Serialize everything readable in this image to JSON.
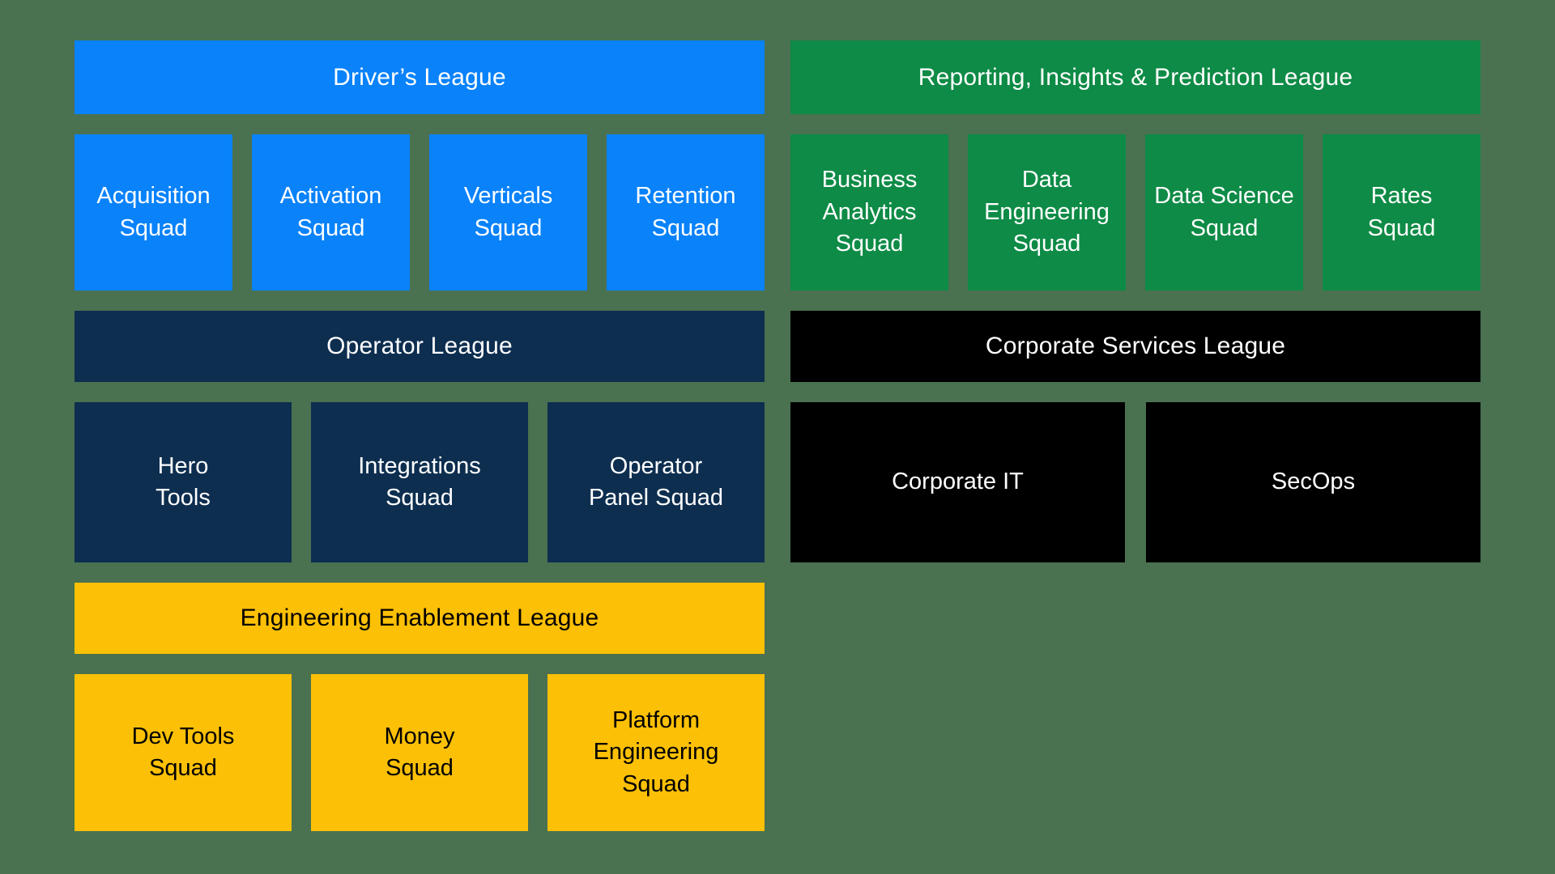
{
  "page": {
    "background_color": "#4a7150"
  },
  "leagues": [
    {
      "name": "Driver’s League",
      "color": "#0982fa",
      "text_color": "#ffffff",
      "squads": [
        "Acquisition\nSquad",
        "Activation\nSquad",
        "Verticals\nSquad",
        "Retention\nSquad"
      ]
    },
    {
      "name": "Reporting, Insights & Prediction League",
      "color": "#0e8b46",
      "text_color": "#ffffff",
      "squads": [
        "Business\nAnalytics\nSquad",
        "Data\nEngineering\nSquad",
        "Data Science\nSquad",
        "Rates\nSquad"
      ]
    },
    {
      "name": "Operator League",
      "color": "#0d2e4f",
      "text_color": "#ffffff",
      "squads": [
        "Hero\nTools",
        "Integrations\nSquad",
        "Operator\nPanel Squad"
      ]
    },
    {
      "name": "Corporate Services League",
      "color": "#000000",
      "text_color": "#ffffff",
      "squads": [
        "Corporate IT",
        "SecOps"
      ]
    },
    {
      "name": "Engineering Enablement League",
      "color": "#fcc006",
      "text_color": "#000000",
      "squads": [
        "Dev Tools\nSquad",
        "Money\nSquad",
        "Platform\nEngineering\nSquad"
      ]
    }
  ]
}
